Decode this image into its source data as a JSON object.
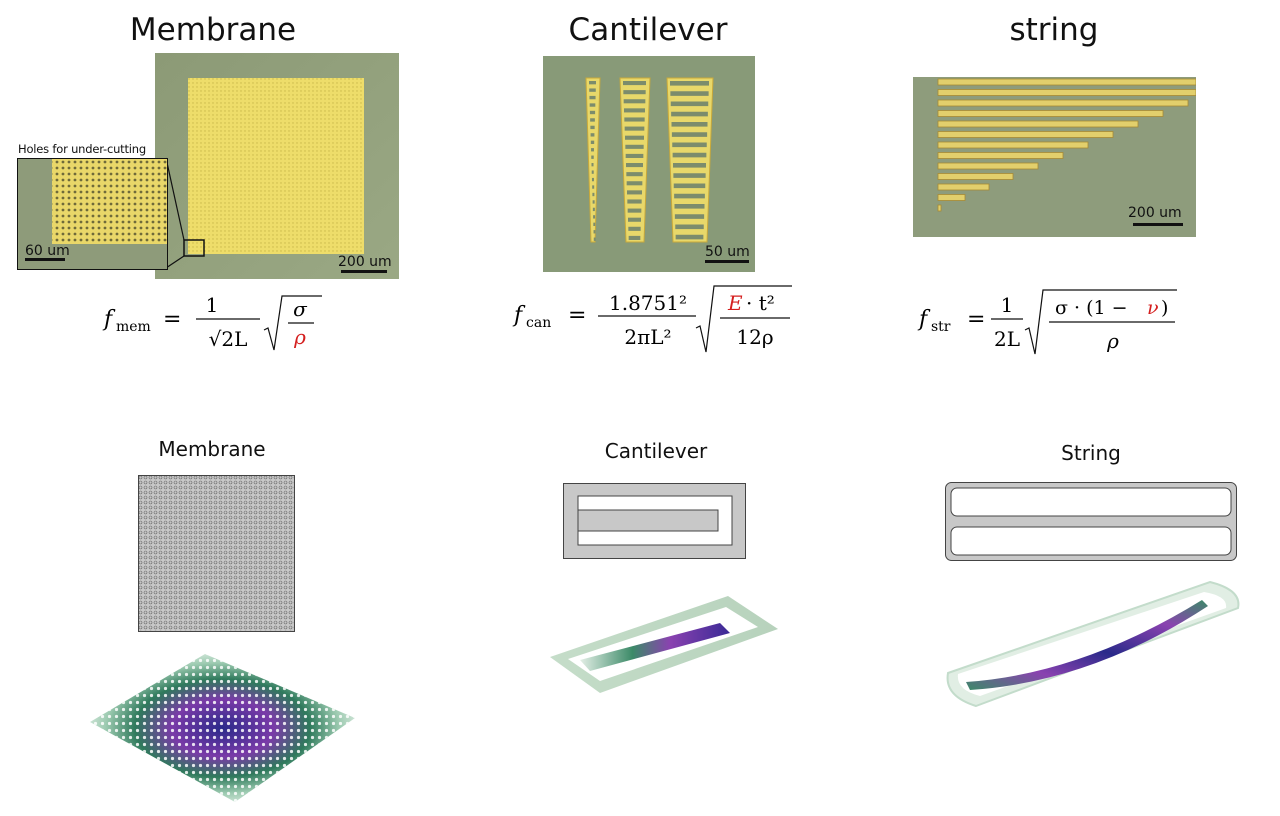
{
  "top": {
    "membrane": {
      "title": "Membrane",
      "inset_caption": "Holes for under-cutting",
      "inset_scale": "60 um",
      "scale": "200 um"
    },
    "cantilever": {
      "title": "Cantilever",
      "scale": "50 um"
    },
    "string": {
      "title": "string",
      "scale": "200 um"
    }
  },
  "formulas": {
    "membrane": {
      "lhs": "f",
      "sub": "mem",
      "num": "1",
      "den": "√2L",
      "sqrt_num": "σ",
      "sqrt_den": "ρ"
    },
    "cantilever": {
      "lhs": "f",
      "sub": "can",
      "num": "1.8751²",
      "den": "2πL²",
      "sqrt_num_a": "E",
      "sqrt_num_b": "· t²",
      "sqrt_den": "12ρ"
    },
    "string": {
      "lhs": "f",
      "sub": "str",
      "num": "1",
      "den": "2L",
      "sqrt_num_a": "σ · (1 −",
      "sqrt_num_nu": "ν",
      "sqrt_num_c": ")",
      "sqrt_den": "ρ"
    }
  },
  "bottom": {
    "membrane": {
      "title": "Membrane"
    },
    "cantilever": {
      "title": "Cantilever"
    },
    "string": {
      "title": "String"
    }
  },
  "colors": {
    "substrate": "#8a9a78",
    "gold": "#e8d86a",
    "highlight_red": "#d41e1e",
    "mode_purple": "#6a3aa8",
    "mode_green": "#3f8a68"
  }
}
